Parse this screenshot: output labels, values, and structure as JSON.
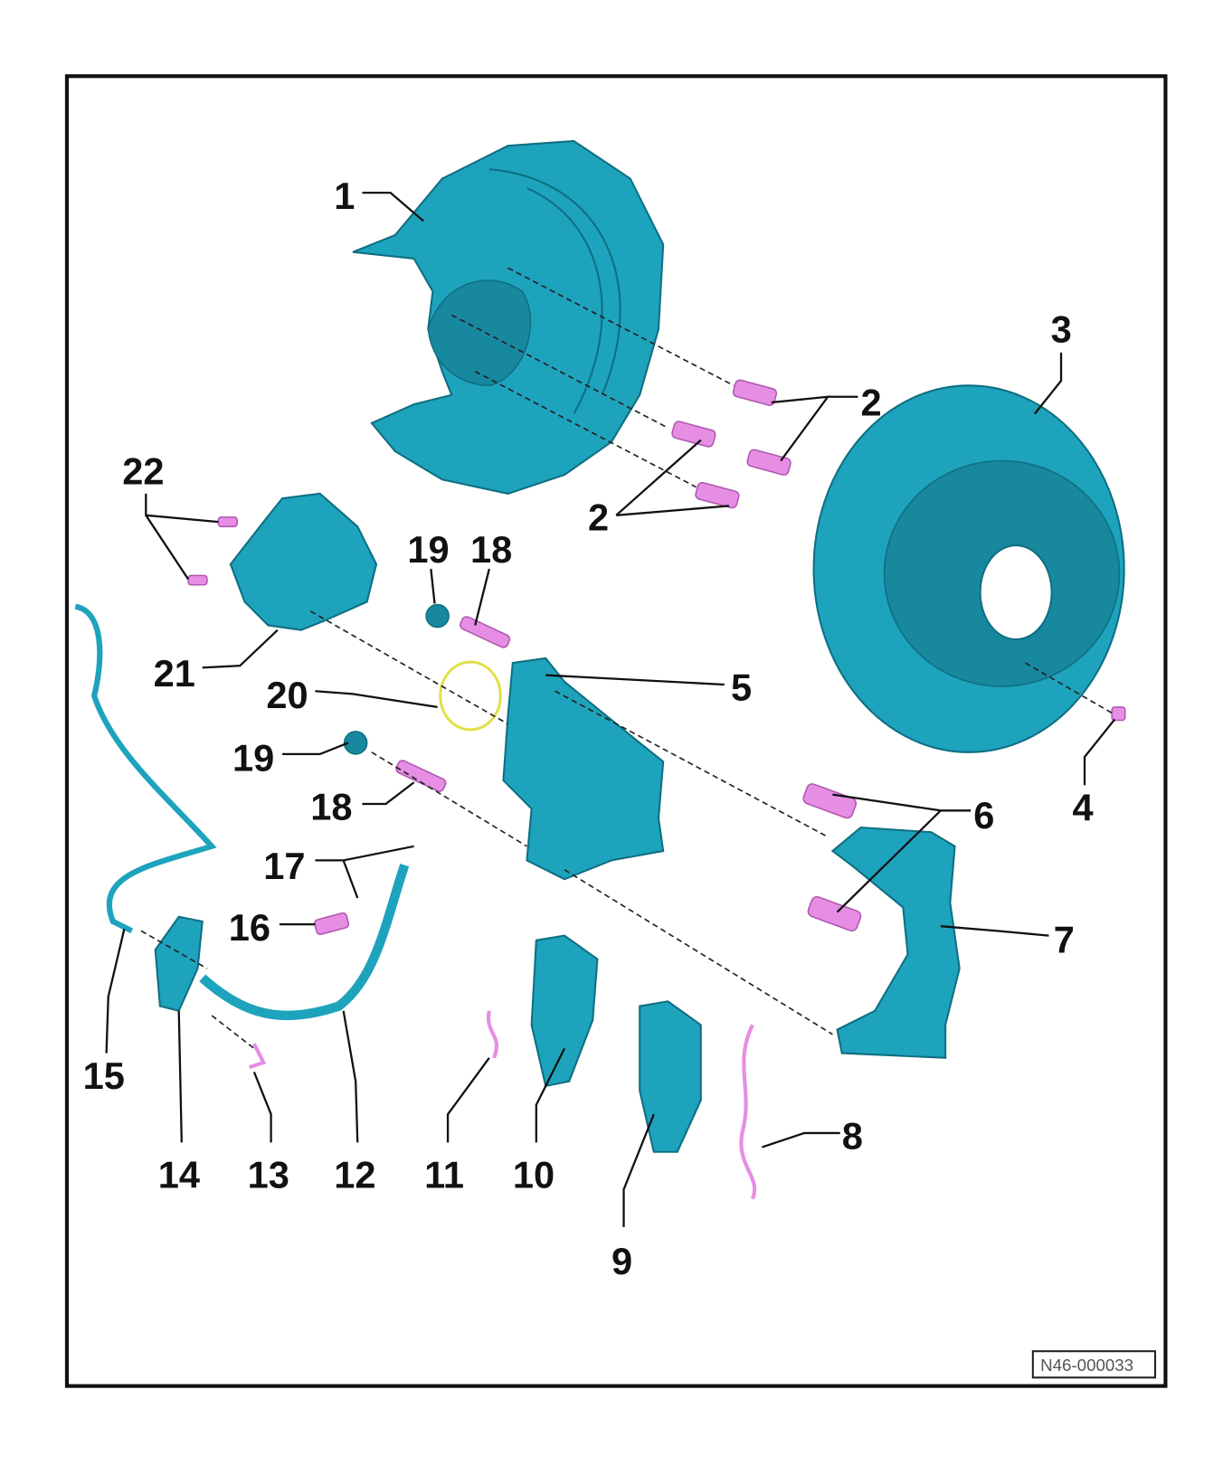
{
  "diagram": {
    "reference_code": "N46-000033",
    "colors": {
      "part": "#1ea3bd",
      "fastener": "#e58ee3",
      "seal_ring": "#e3e04a",
      "frame": "#111111"
    },
    "labels": [
      {
        "text": "1"
      },
      {
        "text": "2"
      },
      {
        "text": "2"
      },
      {
        "text": "3"
      },
      {
        "text": "22"
      },
      {
        "text": "19"
      },
      {
        "text": "18"
      },
      {
        "text": "21"
      },
      {
        "text": "20"
      },
      {
        "text": "5"
      },
      {
        "text": "19"
      },
      {
        "text": "18"
      },
      {
        "text": "6"
      },
      {
        "text": "4"
      },
      {
        "text": "17"
      },
      {
        "text": "16"
      },
      {
        "text": "7"
      },
      {
        "text": "15"
      },
      {
        "text": "14"
      },
      {
        "text": "13"
      },
      {
        "text": "12"
      },
      {
        "text": "11"
      },
      {
        "text": "10"
      },
      {
        "text": "9"
      },
      {
        "text": "8"
      }
    ]
  }
}
